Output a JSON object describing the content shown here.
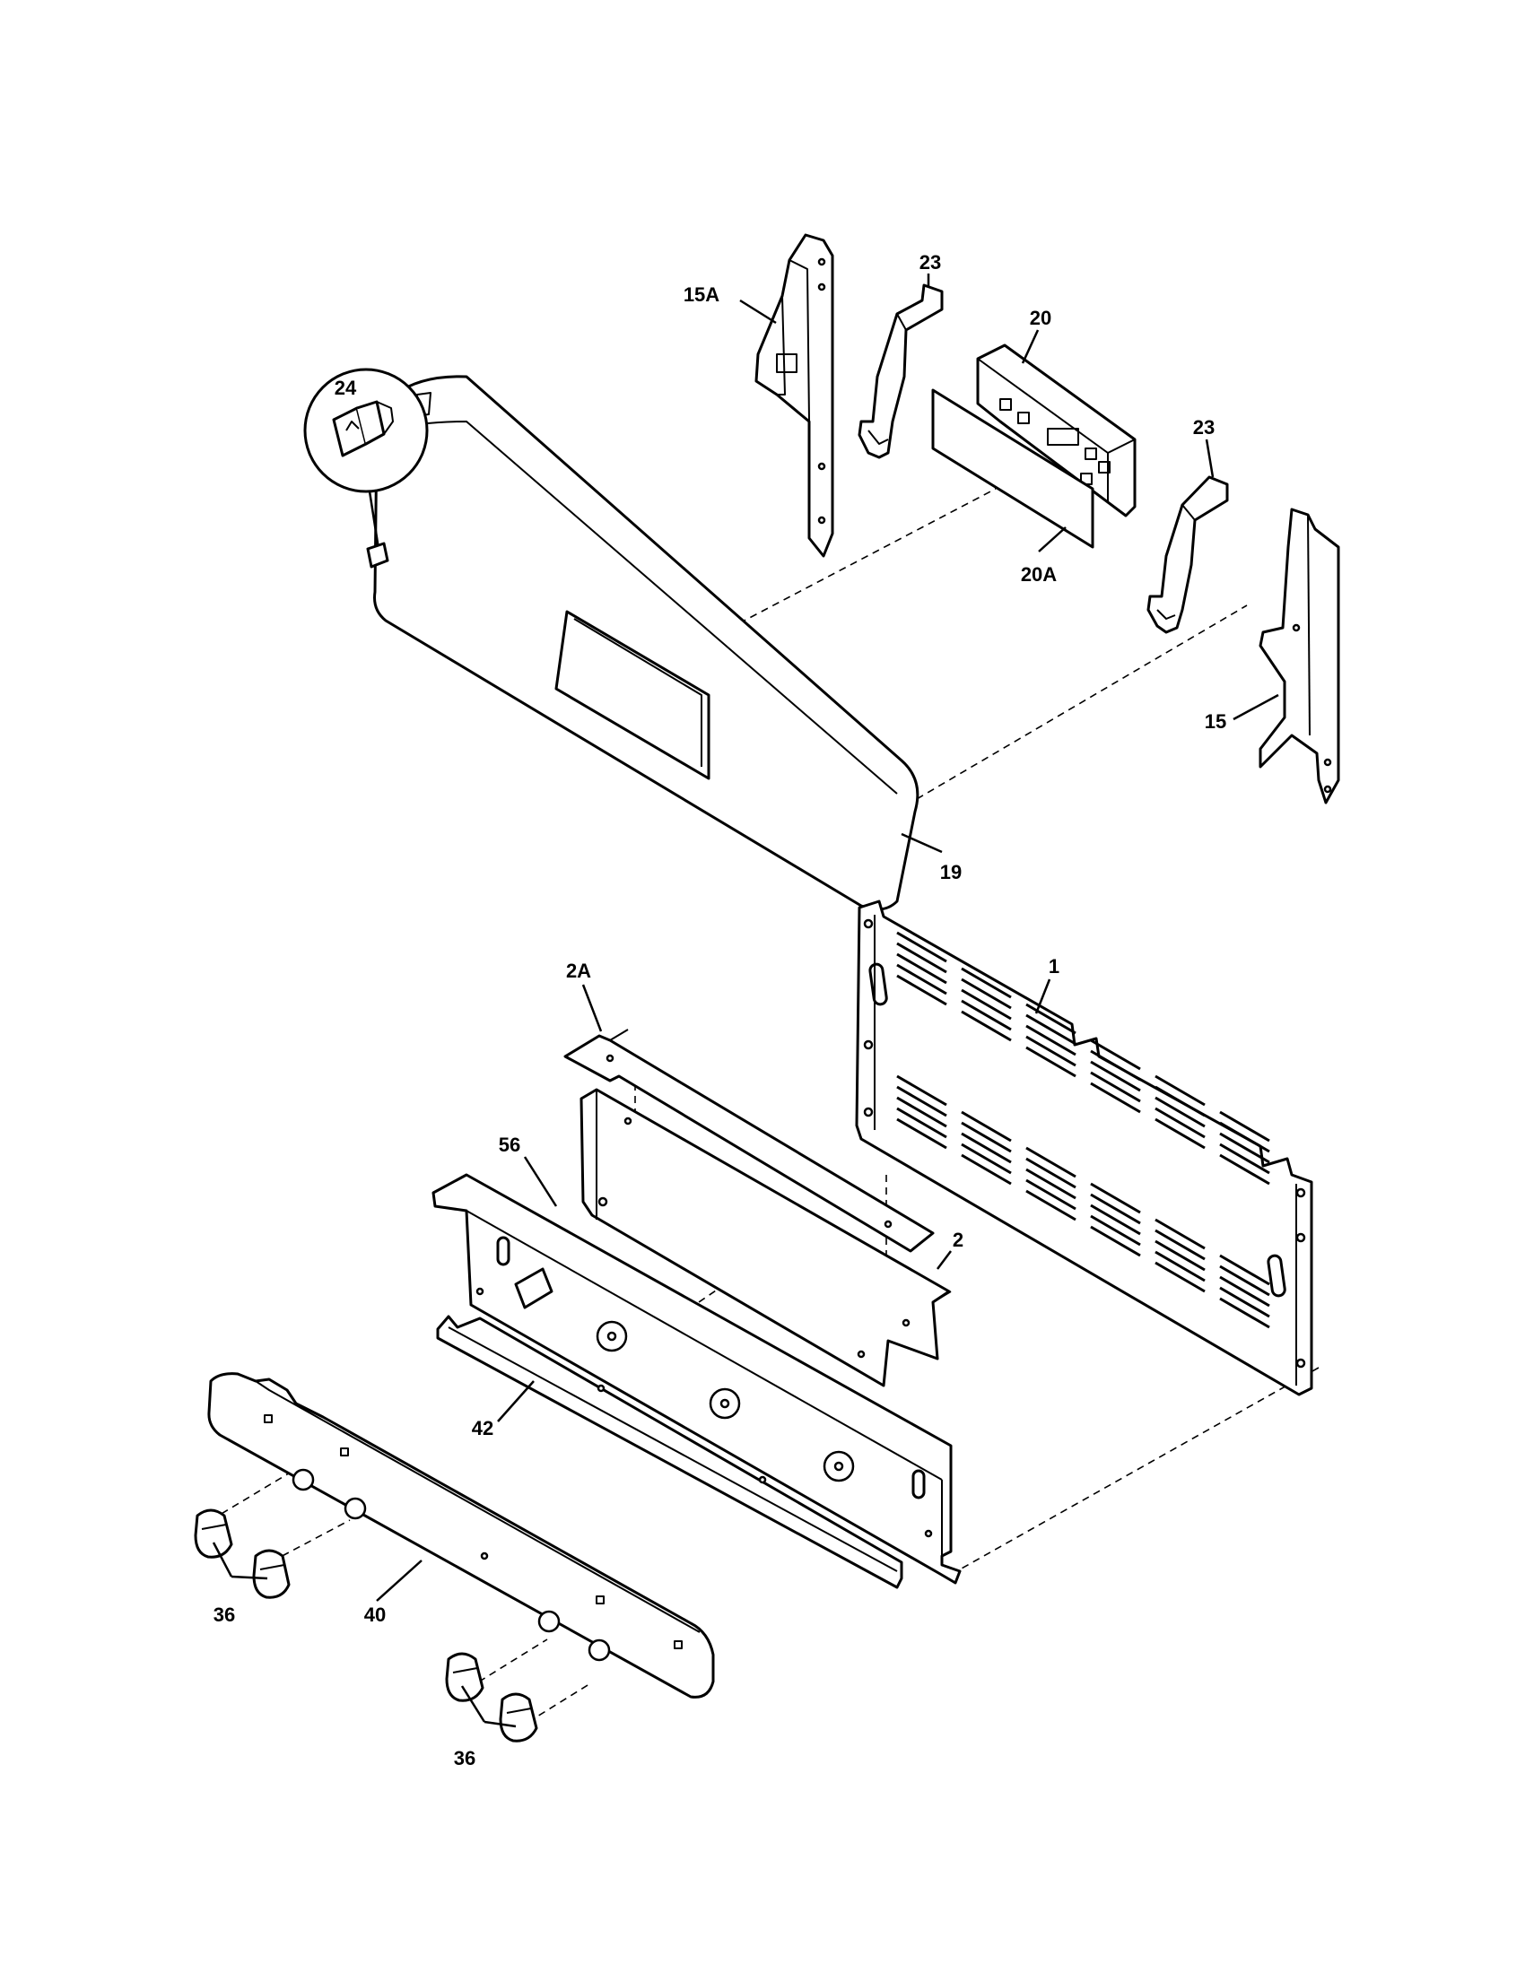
{
  "diagram": {
    "callouts": {
      "c15a": "15A",
      "c23_left": "23",
      "c20": "20",
      "c24": "24",
      "c23_right": "23",
      "c20a": "20A",
      "c15": "15",
      "c19": "19",
      "c1": "1",
      "c2a": "2A",
      "c56": "56",
      "c2": "2",
      "c42": "42",
      "c36_top": "36",
      "c40": "40",
      "c36_bottom": "36"
    }
  }
}
